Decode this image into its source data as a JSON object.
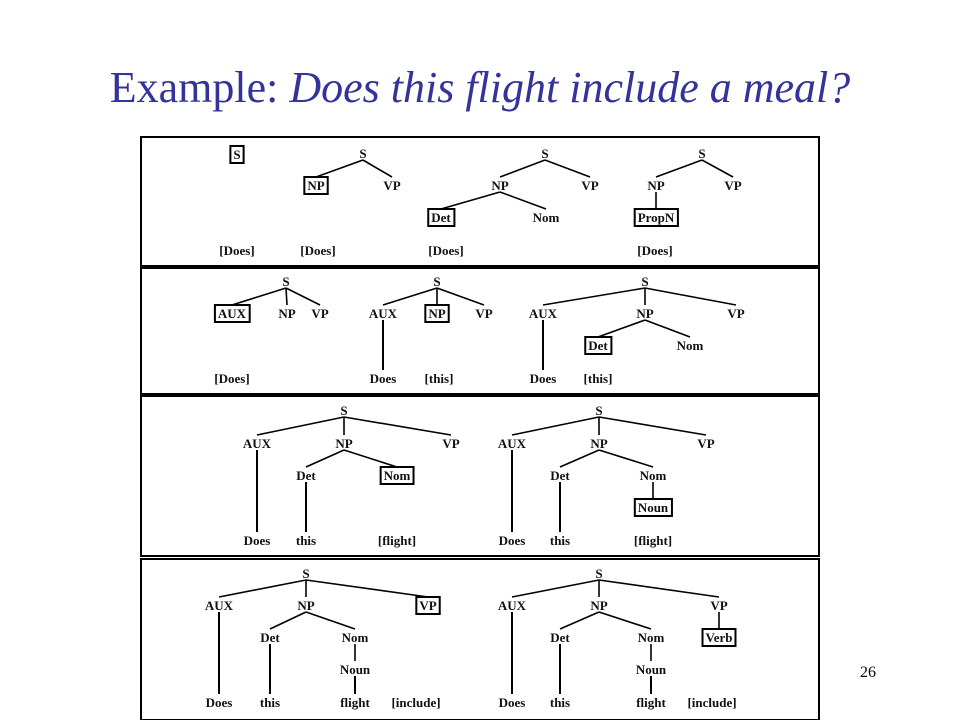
{
  "slide": {
    "title_prefix": "Example: ",
    "title_example": "Does this flight include a meal?",
    "page_number": "26"
  },
  "panels": [
    {
      "trees": [
        {
          "labels": {
            "s": "S"
          },
          "boxed": [
            "s"
          ]
        },
        {
          "labels": {
            "s": "S",
            "np": "NP",
            "vp": "VP"
          },
          "edges": [
            [
              "s",
              "np"
            ],
            [
              "s",
              "vp"
            ]
          ],
          "boxed": [
            "np"
          ]
        },
        {
          "labels": {
            "s": "S",
            "np": "NP",
            "vp": "VP",
            "det": "Det",
            "nom": "Nom"
          },
          "edges": [
            [
              "s",
              "np"
            ],
            [
              "s",
              "vp"
            ],
            [
              "np",
              "det"
            ],
            [
              "np",
              "nom"
            ]
          ],
          "boxed": [
            "det"
          ]
        },
        {
          "labels": {
            "s": "S",
            "np": "NP",
            "vp": "VP",
            "propn": "PropN"
          },
          "edges": [
            [
              "s",
              "np"
            ],
            [
              "s",
              "vp"
            ],
            [
              "np",
              "propn"
            ]
          ],
          "boxed": [
            "propn"
          ]
        }
      ],
      "input_words": [
        "[Does]",
        "[Does]",
        "[Does]",
        "[Does]"
      ]
    },
    {
      "trees": [
        {
          "labels": {
            "s": "S",
            "aux": "AUX",
            "np": "NP",
            "vp": "VP"
          },
          "edges": [
            [
              "s",
              "aux"
            ],
            [
              "s",
              "np"
            ],
            [
              "s",
              "vp"
            ]
          ],
          "boxed": [
            "aux"
          ],
          "words": [
            "[Does]"
          ]
        },
        {
          "labels": {
            "s": "S",
            "aux": "AUX",
            "np": "NP",
            "vp": "VP",
            "w1": "Does",
            "w2": "[this]"
          },
          "edges": [
            [
              "s",
              "aux"
            ],
            [
              "s",
              "np"
            ],
            [
              "s",
              "vp"
            ],
            [
              "aux",
              "w1"
            ]
          ],
          "boxed": [
            "np"
          ]
        },
        {
          "labels": {
            "s": "S",
            "aux": "AUX",
            "np": "NP",
            "vp": "VP",
            "det": "Det",
            "nom": "Nom",
            "w1": "Does",
            "w2": "[this]"
          },
          "edges": [
            [
              "s",
              "aux"
            ],
            [
              "s",
              "np"
            ],
            [
              "s",
              "vp"
            ],
            [
              "np",
              "det"
            ],
            [
              "np",
              "nom"
            ],
            [
              "aux",
              "w1"
            ]
          ],
          "boxed": [
            "det"
          ]
        }
      ]
    },
    {
      "trees": [
        {
          "labels": {
            "s": "S",
            "aux": "AUX",
            "np": "NP",
            "vp": "VP",
            "det": "Det",
            "nom": "Nom",
            "w1": "Does",
            "w2": "this",
            "w3": "[flight]"
          },
          "edges": [
            [
              "s",
              "aux"
            ],
            [
              "s",
              "np"
            ],
            [
              "s",
              "vp"
            ],
            [
              "np",
              "det"
            ],
            [
              "np",
              "nom"
            ],
            [
              "aux",
              "w1"
            ],
            [
              "det",
              "w2"
            ]
          ],
          "boxed": [
            "nom"
          ]
        },
        {
          "labels": {
            "s": "S",
            "aux": "AUX",
            "np": "NP",
            "vp": "VP",
            "det": "Det",
            "nom": "Nom",
            "noun": "Noun",
            "w1": "Does",
            "w2": "this",
            "w3": "[flight]"
          },
          "edges": [
            [
              "s",
              "aux"
            ],
            [
              "s",
              "np"
            ],
            [
              "s",
              "vp"
            ],
            [
              "np",
              "det"
            ],
            [
              "np",
              "nom"
            ],
            [
              "nom",
              "noun"
            ],
            [
              "aux",
              "w1"
            ],
            [
              "det",
              "w2"
            ]
          ],
          "boxed": [
            "noun"
          ]
        }
      ]
    },
    {
      "trees": [
        {
          "labels": {
            "s": "S",
            "aux": "AUX",
            "np": "NP",
            "vp": "VP",
            "det": "Det",
            "nom": "Nom",
            "noun": "Noun",
            "w1": "Does",
            "w2": "this",
            "w3": "flight",
            "w4": "[include]"
          },
          "edges": [
            [
              "s",
              "aux"
            ],
            [
              "s",
              "np"
            ],
            [
              "s",
              "vp"
            ],
            [
              "np",
              "det"
            ],
            [
              "np",
              "nom"
            ],
            [
              "nom",
              "noun"
            ],
            [
              "aux",
              "w1"
            ],
            [
              "det",
              "w2"
            ],
            [
              "noun",
              "w3"
            ]
          ],
          "boxed": [
            "vp"
          ]
        },
        {
          "labels": {
            "s": "S",
            "aux": "AUX",
            "np": "NP",
            "vp": "VP",
            "det": "Det",
            "nom": "Nom",
            "noun": "Noun",
            "verb": "Verb",
            "w1": "Does",
            "w2": "this",
            "w3": "flight",
            "w4": "[include]"
          },
          "edges": [
            [
              "s",
              "aux"
            ],
            [
              "s",
              "np"
            ],
            [
              "s",
              "vp"
            ],
            [
              "np",
              "det"
            ],
            [
              "np",
              "nom"
            ],
            [
              "nom",
              "noun"
            ],
            [
              "vp",
              "verb"
            ],
            [
              "aux",
              "w1"
            ],
            [
              "det",
              "w2"
            ],
            [
              "noun",
              "w3"
            ]
          ],
          "boxed": [
            "verb"
          ]
        }
      ]
    }
  ]
}
